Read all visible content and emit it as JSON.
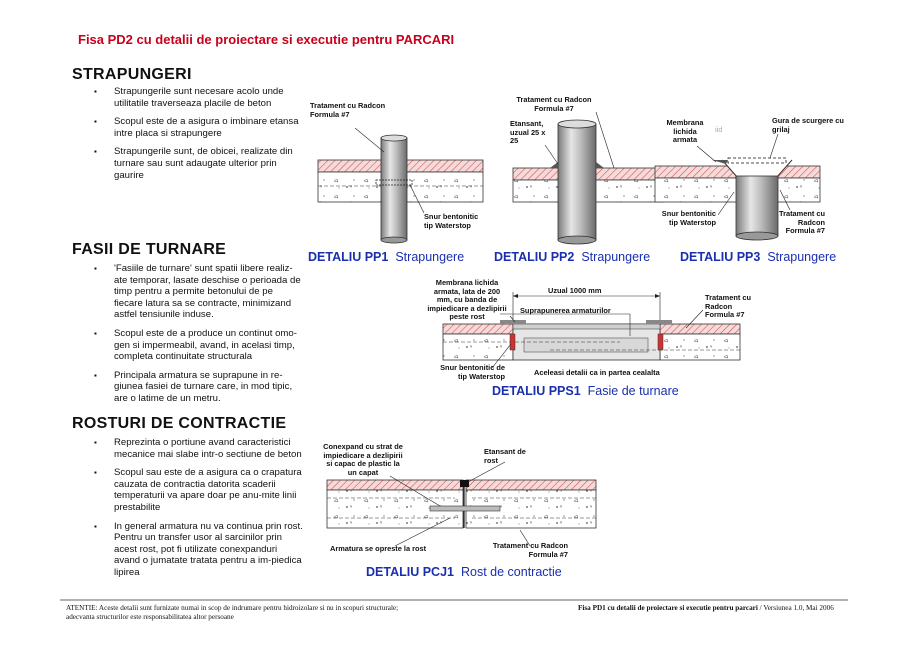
{
  "header": {
    "title": "Fisa PD2 cu detalii de proiectare si executie pentru PARCARI"
  },
  "sections": {
    "strapungeri": {
      "heading": "STRAPUNGERI",
      "bullets": [
        "Strapungerile sunt necesare acolo unde utilitatile traverseaza placile de beton",
        "Scopul este de a asigura o imbinare etansa intre placa si strapungere",
        "Strapungerile sunt, de obicei, realizate din turnare sau sunt adaugate ulterior prin gaurire"
      ]
    },
    "fasii": {
      "heading": "FASII DE TURNARE",
      "bullets": [
        "'Fasiile de turnare' sunt spatii libere realiz-ate temporar, lasate deschise o perioada de timp pentru a permite betonului de pe fiecare latura sa se contracte, minimizand astfel tensiunile induse.",
        "Scopul este de a produce un continut omo-gen si impermeabil, avand, in acelasi timp, completa continuitate structurala",
        "Principala armatura se suprapune in re-giunea fasiei de turnare care, in mod tipic, are o latime de un metru."
      ]
    },
    "rosturi": {
      "heading": "ROSTURI DE CONTRACTIE",
      "bullets": [
        "Reprezinta o portiune avand caracteristici mecanice mai  slabe intr-o sectiune de beton",
        "Scopul sau este de a asigura ca o crapatura cauzata de contractia datorita scaderii temperaturii va apare doar pe anu-mite linii prestabilite",
        "In general armatura nu va continua prin rost. Pentru un transfer usor al sarcinilor prin acest rost, pot fi utilizate conexpanduri avand o jumatate tratata pentru a im-piedica lipirea"
      ]
    }
  },
  "pp1": {
    "label_top": "Tratament cu Radcon Formula #7",
    "label_bottom": "Snur bentonitic tip Waterstop",
    "code": "DETALIU PP1",
    "name": "Strapungere"
  },
  "pp2": {
    "label_top": "Tratament cu Radcon Formula #7",
    "label_left": "Etansant, uzual 25 x 25",
    "code": "DETALIU PP2",
    "name": "Strapungere"
  },
  "pp3": {
    "label_left_top": "Membrana lichida armata",
    "label_faint": "iid",
    "label_right_top": "Gura de scurgere cu grilaj",
    "label_bottom_left": "Snur bentonitic tip Waterstop",
    "label_bottom_right": "Tratament cu Radcon Formula #7",
    "code": "DETALIU PP3",
    "name": "Strapungere"
  },
  "pps1": {
    "label_membrane": "Membrana lichida armata, lata de 200 mm, cu banda de impiedicare a dezlipirii peste rost",
    "label_width": "Uzual 1000 mm",
    "label_overlap": "Suprapunerea armaturilor",
    "label_radcon": "Tratament cu Radcon Formula #7",
    "label_waterstop": "Snur bentonitic de tip Waterstop",
    "label_same": "Aceleasi detalii ca in partea cealalta",
    "code": "DETALIU PPS1",
    "name": "Fasie de turnare"
  },
  "pcj1": {
    "label_conexpand": "Conexpand cu strat de impiedicare a dezlipirii si capac de plastic la un capat",
    "label_sealant": "Etansant de rost",
    "label_rebar": "Armatura se opreste la rost",
    "label_radcon": "Tratament cu Radcon Formula #7",
    "code": "DETALIU PCJ1",
    "name": "Rost de contractie"
  },
  "footer": {
    "left_line1": "ATENTIE: Aceste detalii sunt furnizate numai in scop de indrumare pentru hidroizolare si nu in scopuri structurale;",
    "left_line2": "adecvanta structurilor este responsabilitatea altor persoane",
    "right_bold": "Fisa PD1 cu detalii de proiectare si executie pentru parcari",
    "right_rest": " / Versiunea 1.0, Mai 2006"
  }
}
